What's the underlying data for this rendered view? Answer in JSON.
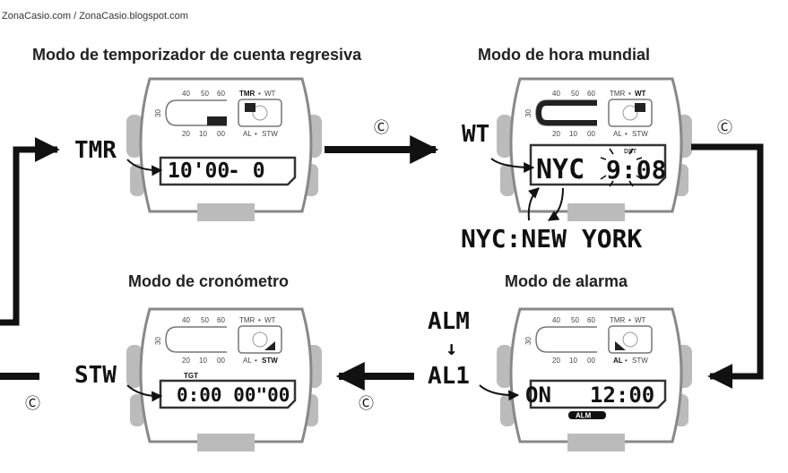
{
  "credit": "ZonaCasio.com / ZonaCasio.blogspot.com",
  "titles": {
    "countdown": "Modo de temporizador de cuenta regresiva",
    "worldtime": "Modo de hora mundial",
    "stopwatch": "Modo de cronómetro",
    "alarm": "Modo de alarma"
  },
  "labels": {
    "tmr": "TMR",
    "wt": "WT",
    "stw": "STW",
    "alm": "ALM",
    "al1": "AL1",
    "nyc_full": "NYC:NEW YORK",
    "arrow_down": "↓"
  },
  "button_symbol": "Ⓒ",
  "dial": {
    "top_ticks": [
      "40",
      "50",
      "60"
    ],
    "side_tick": "30",
    "bottom_ticks": [
      "20",
      "10",
      "00"
    ],
    "mode_top_left": "TMR",
    "mode_top_sep": "•",
    "mode_top_right": "WT",
    "mode_bot_left": "AL",
    "mode_bot_sep": "•",
    "mode_bot_right": "STW"
  },
  "screens": {
    "countdown": {
      "left": "10'00",
      "right": "- 0"
    },
    "worldtime": {
      "left": "NYC",
      "right": "9:08",
      "badge": "DST"
    },
    "stopwatch": {
      "top": "TGT",
      "main": "0:00 00\"00"
    },
    "alarm": {
      "left": "ON",
      "right": "12:00",
      "badge": "ALM"
    }
  }
}
